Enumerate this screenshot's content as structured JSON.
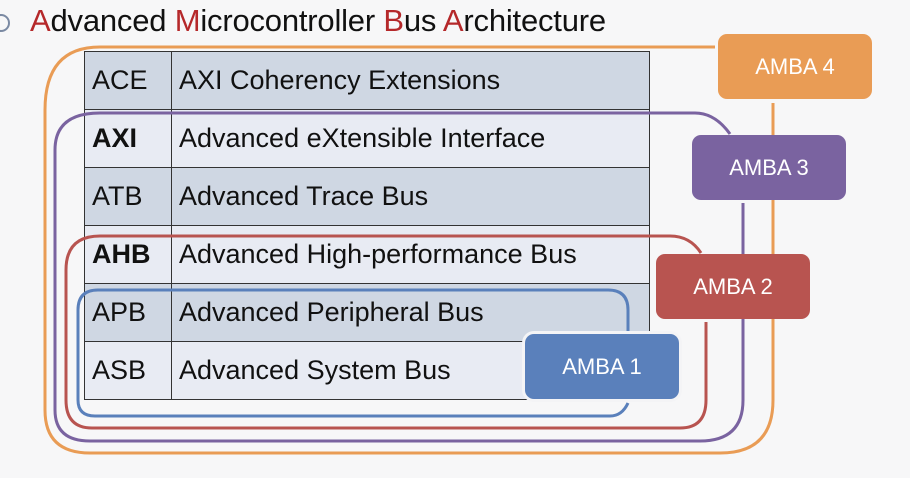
{
  "title": {
    "parts": [
      {
        "text": "A",
        "highlight": true
      },
      {
        "text": "dvanced ",
        "highlight": false
      },
      {
        "text": "M",
        "highlight": true
      },
      {
        "text": "icrocontroller ",
        "highlight": false
      },
      {
        "text": "B",
        "highlight": true
      },
      {
        "text": "us ",
        "highlight": false
      },
      {
        "text": "A",
        "highlight": true
      },
      {
        "text": "rchitecture",
        "highlight": false
      }
    ],
    "highlight_color": "#b5282a"
  },
  "buses": [
    {
      "abbr": "ACE",
      "name": "AXI Coherency Extensions",
      "bold": false
    },
    {
      "abbr": "AXI",
      "name": "Advanced eXtensible Interface",
      "bold": true
    },
    {
      "abbr": "ATB",
      "name": "Advanced Trace Bus",
      "bold": false
    },
    {
      "abbr": "AHB",
      "name": "Advanced High-performance Bus",
      "bold": true
    },
    {
      "abbr": "APB",
      "name": "Advanced Peripheral Bus",
      "bold": false
    },
    {
      "abbr": "ASB",
      "name": "Advanced System Bus",
      "bold": false
    }
  ],
  "versions": [
    {
      "label": "AMBA 4",
      "color": "#e99c55",
      "includes": [
        "ACE",
        "AXI",
        "ATB",
        "AHB",
        "APB",
        "ASB"
      ]
    },
    {
      "label": "AMBA 3",
      "color": "#7a63a0",
      "includes": [
        "AXI",
        "ATB",
        "AHB",
        "APB",
        "ASB"
      ]
    },
    {
      "label": "AMBA 2",
      "color": "#b85450",
      "includes": [
        "AHB",
        "APB",
        "ASB"
      ]
    },
    {
      "label": "AMBA 1",
      "color": "#5a80bb",
      "includes": [
        "APB",
        "ASB"
      ]
    }
  ]
}
